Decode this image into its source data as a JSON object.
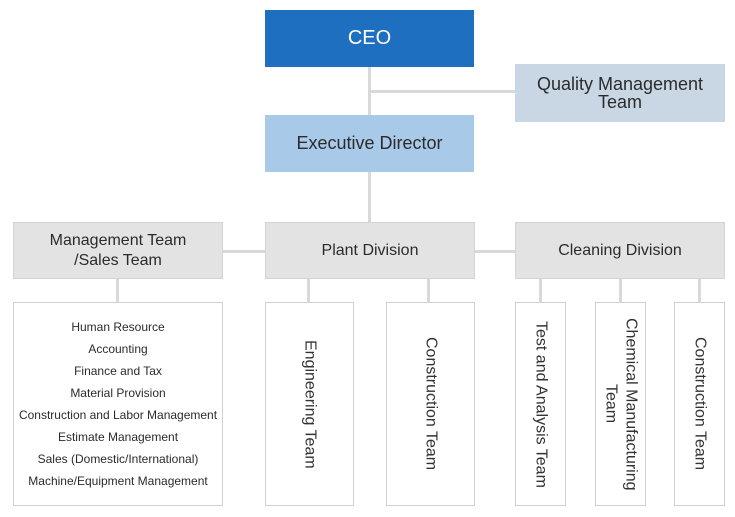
{
  "top": {
    "ceo": "CEO",
    "quality_line1": "Quality Management",
    "quality_line2": "Team",
    "executive": "Executive Director"
  },
  "divisions": {
    "management_line1": "Management Team",
    "management_line2": "/Sales Team",
    "plant": "Plant Division",
    "cleaning": "Cleaning Division"
  },
  "management_duties": [
    "Human Resource",
    "Accounting",
    "Finance and Tax",
    "Material Provision",
    "Construction and Labor Management",
    "Estimate Management",
    "Sales (Domestic/International)",
    "Machine/Equipment Management"
  ],
  "plant_teams": {
    "engineering": "Engineering Team",
    "construction": "Construction Team"
  },
  "cleaning_teams": {
    "test": "Test and Analysis Team",
    "chemical_line1": "Chemical Manufacturing",
    "chemical_line2": "Team",
    "construction": "Construction Team"
  },
  "colors": {
    "ceo": "#1f6fc0",
    "executive": "#a9c9e8",
    "quality": "#c9d7e5",
    "division": "#e3e3e3",
    "connector": "#d9d9d9"
  }
}
